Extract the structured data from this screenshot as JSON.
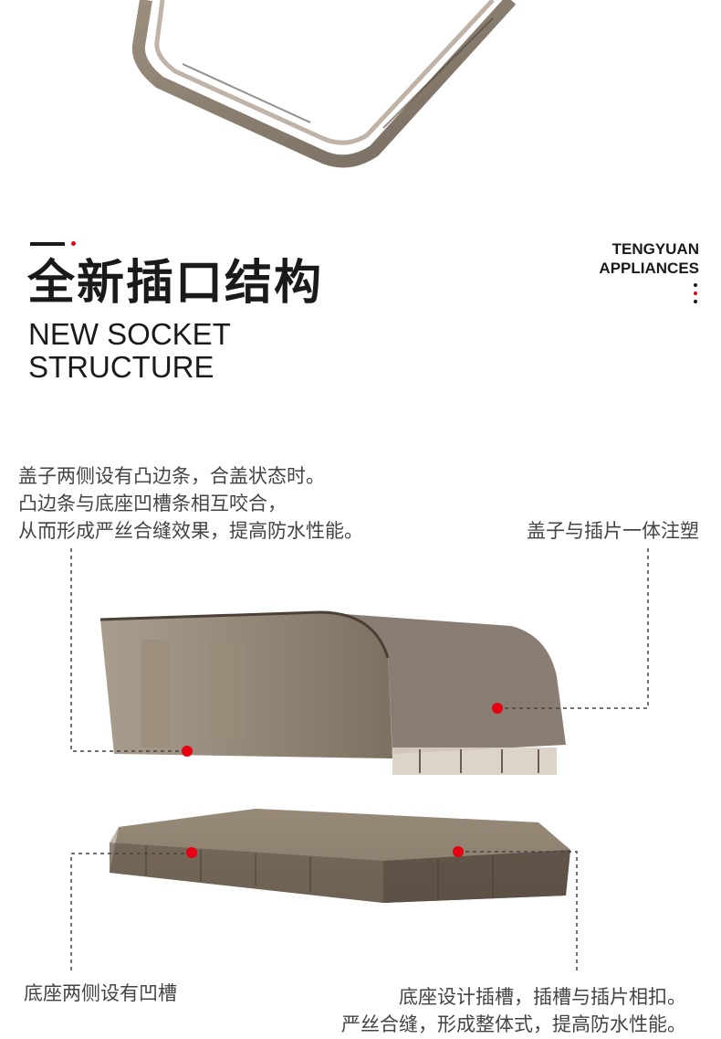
{
  "brand": {
    "line1": "TENGYUAN",
    "line2": "APPLIANCES"
  },
  "heading": {
    "title_cn": "全新插口结构",
    "title_en_line1": "NEW SOCKET",
    "title_en_line2": "STRUCTURE"
  },
  "callouts": {
    "left_top": [
      "盖子两侧设有凸边条，合盖状态时。",
      "凸边条与底座凹槽条相互咬合，",
      "从而形成严丝合缝效果，提高防水性能。"
    ],
    "right_top": "盖子与插片一体注塑",
    "bottom_left": "底座两侧设有凹槽",
    "bottom_right": [
      "底座设计插槽，插槽与插片相扣。",
      "严丝合缝，形成整体式，提高防水性能。"
    ]
  },
  "colors": {
    "accent_red": "#e60012",
    "plastic_tint": "#7a6a58",
    "text_dark": "#1a1a1a"
  }
}
